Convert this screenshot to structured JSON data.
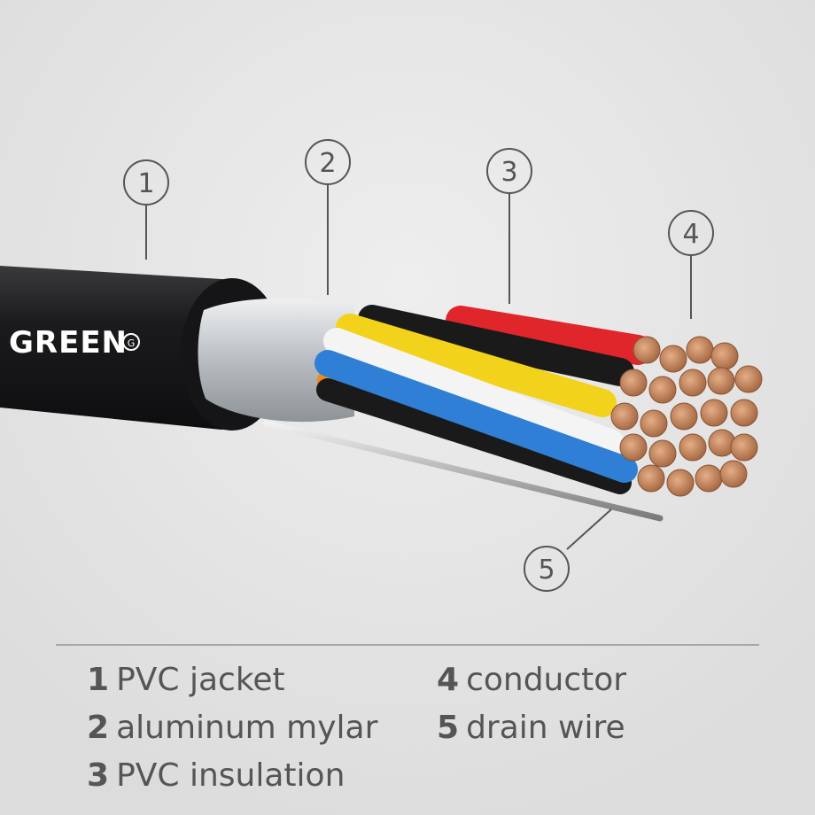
{
  "brand": {
    "logo_text": "GREEN",
    "logo_mark": "G"
  },
  "callouts": [
    {
      "number": "1"
    },
    {
      "number": "2"
    },
    {
      "number": "3"
    },
    {
      "number": "4"
    },
    {
      "number": "5"
    }
  ],
  "legend": [
    {
      "number": "1",
      "label": "PVC jacket"
    },
    {
      "number": "2",
      "label": "aluminum mylar"
    },
    {
      "number": "3",
      "label": "PVC insulation"
    },
    {
      "number": "4",
      "label": "conductor"
    },
    {
      "number": "5",
      "label": "drain wire"
    }
  ],
  "colors": {
    "background": "#e6e6e6",
    "jacket": "#1e1e20",
    "mylar": "#c9cdd1",
    "copper": "#c98a62",
    "insulation_red": "#e0262a",
    "insulation_yellow": "#f2d21b",
    "insulation_blue": "#2f7fd6",
    "insulation_white": "#f4f4f4",
    "insulation_black": "#1a1a1a",
    "insulation_orange": "#f08a1c"
  }
}
